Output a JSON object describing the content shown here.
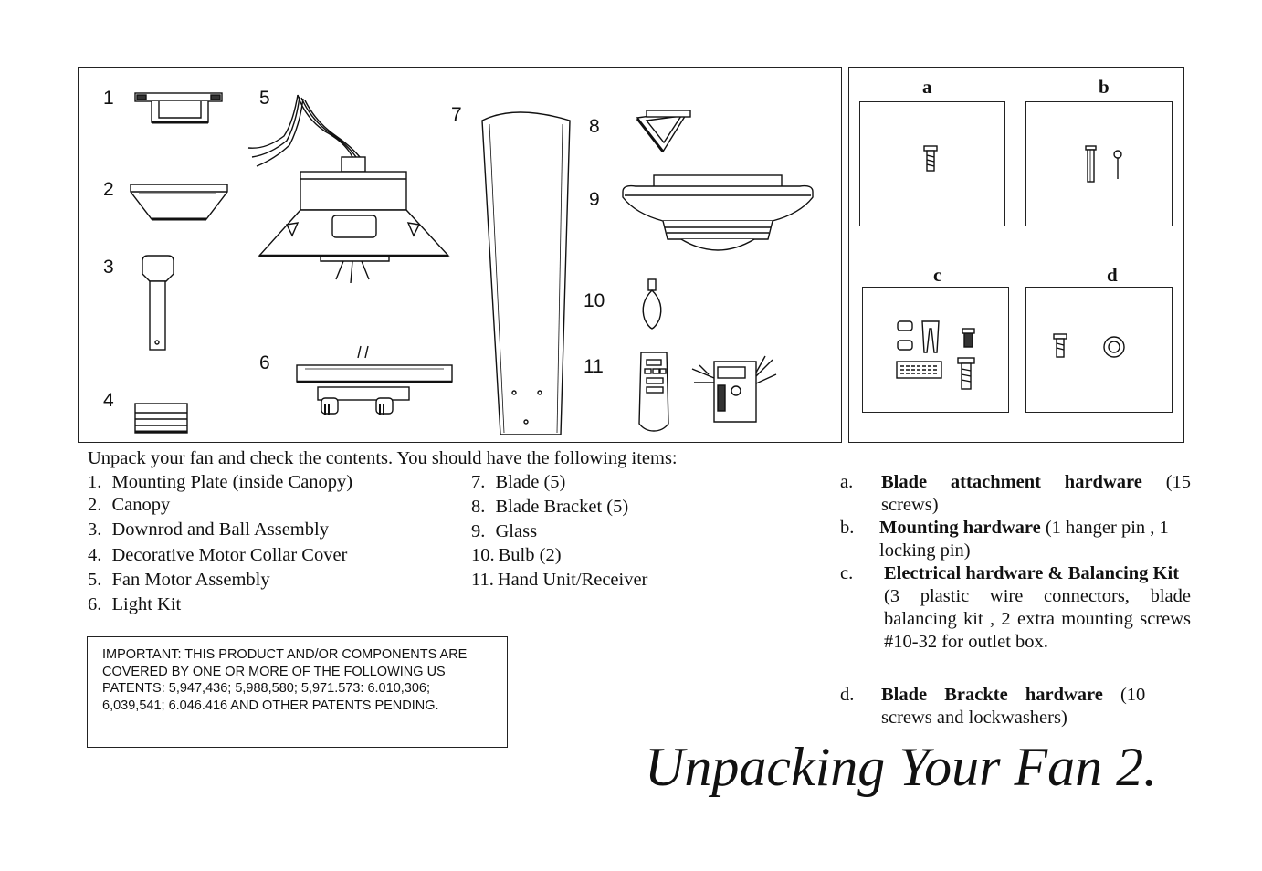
{
  "diagram": {
    "parts": [
      {
        "num": "1",
        "part": "mounting-plate"
      },
      {
        "num": "2",
        "part": "canopy"
      },
      {
        "num": "3",
        "part": "downrod"
      },
      {
        "num": "4",
        "part": "motor-collar-cover"
      },
      {
        "num": "5",
        "part": "fan-motor-assembly"
      },
      {
        "num": "6",
        "part": "light-kit"
      },
      {
        "num": "7",
        "part": "blade"
      },
      {
        "num": "8",
        "part": "blade-bracket"
      },
      {
        "num": "9",
        "part": "glass"
      },
      {
        "num": "10",
        "part": "bulb"
      },
      {
        "num": "11",
        "part": "hand-unit-receiver"
      }
    ],
    "hardware_letters": [
      "a",
      "b",
      "c",
      "d"
    ]
  },
  "intro": "Unpack your fan and check the contents. You should have the following items:",
  "contents_left": [
    {
      "num": "1.",
      "label": "Mounting Plate (inside Canopy)"
    },
    {
      "num": "2.",
      "label": "Canopy"
    },
    {
      "num": "3.",
      "label": "Downrod and Ball Assembly"
    },
    {
      "num": "4.",
      "label": "Decorative Motor Collar Cover"
    },
    {
      "num": "5.",
      "label": "Fan Motor Assembly"
    },
    {
      "num": "6.",
      "label": "Light Kit"
    }
  ],
  "contents_right": [
    {
      "num": "7.",
      "label": "Blade  (5)"
    },
    {
      "num": "8.",
      "label": "Blade Bracket  (5)"
    },
    {
      "num": "9.",
      "label": "Glass"
    },
    {
      "num": "10.",
      "label": "Bulb  (2)"
    },
    {
      "num": "11.",
      "label": "Hand Unit/Receiver"
    }
  ],
  "hardware": [
    {
      "letter": "a.",
      "title": "Blade attachment hardware",
      "detail": "(15 screws)"
    },
    {
      "letter": "b.",
      "title": "Mounting hardware",
      "detail": "(1 hanger pin , 1 locking pin)"
    },
    {
      "letter": "c.",
      "title": "Electrical hardware & Balancing Kit",
      "detail": "(3 plastic wire connectors, blade balancing kit , 2 extra mounting screws #10-32 for outlet box."
    },
    {
      "letter": "d.",
      "title": "Blade Brackte hardware",
      "detail": "(10 screws and lockwashers)"
    }
  ],
  "notice": "IMPORTANT: THIS PRODUCT AND/OR COMPONENTS ARE COVERED BY ONE OR MORE OF THE FOLLOWING US PATENTS: 5,947,436; 5,988,580; 5,971.573: 6.010,306; 6,039,541; 6.046.416 AND OTHER PATENTS PENDING.",
  "page_title": "Unpacking Your Fan 2."
}
